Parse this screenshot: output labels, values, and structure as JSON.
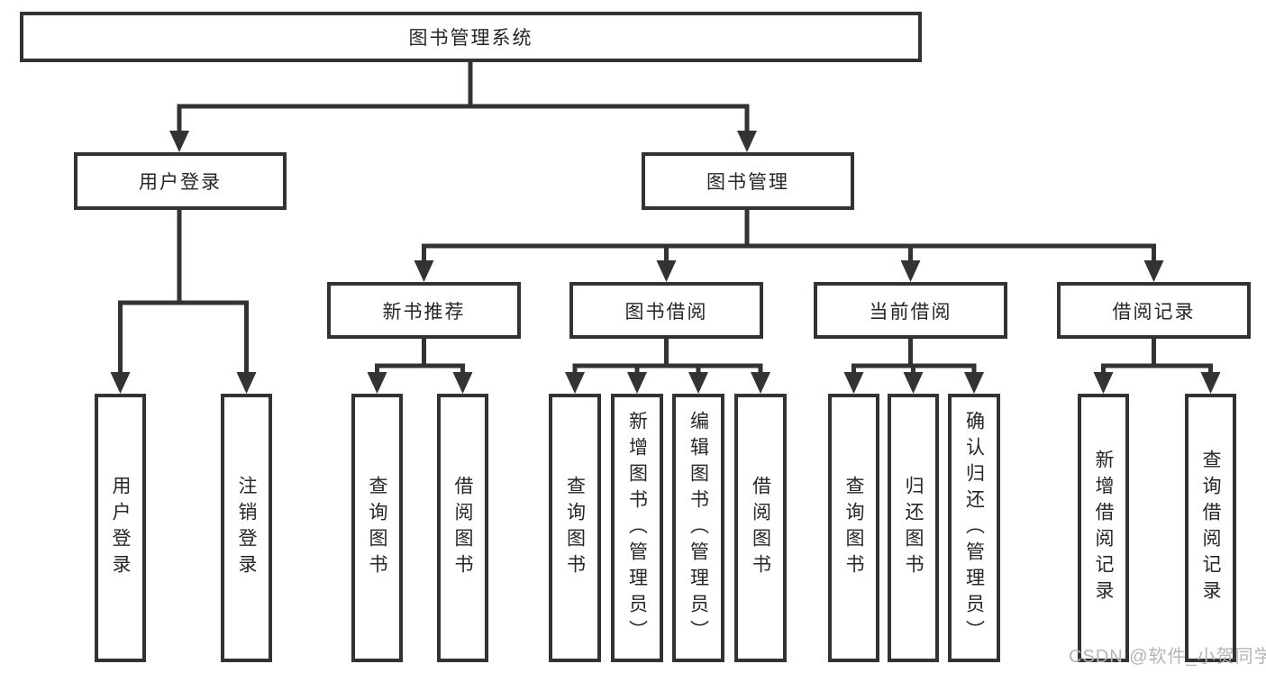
{
  "diagram": {
    "root": "图书管理系统",
    "branches": [
      {
        "label": "用户登录",
        "children": [
          {
            "label": "用户登录"
          },
          {
            "label": "注销登录"
          }
        ]
      },
      {
        "label": "图书管理",
        "children": [
          {
            "label": "新书推荐",
            "children": [
              {
                "label": "查询图书"
              },
              {
                "label": "借阅图书"
              }
            ]
          },
          {
            "label": "图书借阅",
            "children": [
              {
                "label": "查询图书"
              },
              {
                "label": "新增图书（管理员）"
              },
              {
                "label": "编辑图书（管理员）"
              },
              {
                "label": "借阅图书"
              }
            ]
          },
          {
            "label": "当前借阅",
            "children": [
              {
                "label": "查询图书"
              },
              {
                "label": "归还图书"
              },
              {
                "label": "确认归还（管理员）"
              }
            ]
          },
          {
            "label": "借阅记录",
            "children": [
              {
                "label": "新增借阅记录"
              },
              {
                "label": "查询借阅记录"
              }
            ]
          }
        ]
      }
    ]
  },
  "watermark": {
    "text": "CSDN @软件_小贺同学"
  },
  "colors": {
    "line": "#333333",
    "text": "#262626",
    "watermark": "#b5b5b5",
    "background": "#ffffff"
  }
}
